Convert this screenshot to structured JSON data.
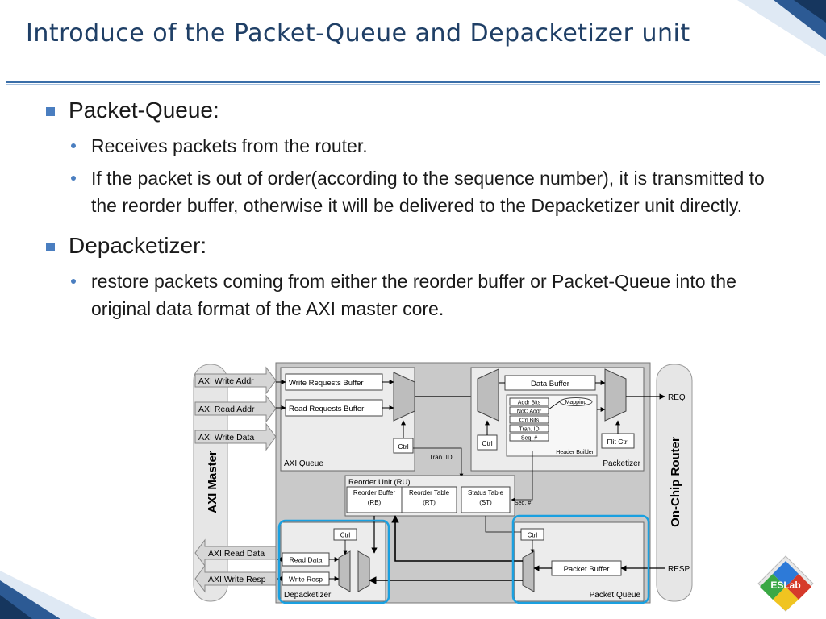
{
  "slide": {
    "title": "Introduce of the Packet-Queue and Depacketizer unit",
    "sections": [
      {
        "heading": "Packet-Queue:",
        "items": [
          "Receives packets from the router.",
          "If the packet is out of order(according to the sequence number), it is transmitted to the reorder buffer, otherwise it will be delivered to the Depacketizer unit directly."
        ]
      },
      {
        "heading": "Depacketizer:",
        "items": [
          "restore packets coming from either the reorder buffer or Packet-Queue into the original data format of the AXI master core."
        ]
      }
    ]
  },
  "diagram": {
    "axi_master": "AXI Master",
    "axi_write_addr": "AXI Write Addr",
    "axi_read_addr": "AXI Read Addr",
    "axi_write_data": "AXI Write Data",
    "axi_read_data": "AXI Read Data",
    "axi_write_resp": "AXI Write Resp",
    "write_requests_buffer": "Write Requests Buffer",
    "read_requests_buffer": "Read Requests Buffer",
    "ctrl": "Ctrl",
    "axi_queue": "AXI Queue",
    "tran_id": "Tran. ID",
    "data_buffer": "Data Buffer",
    "addr_bits": "Addr Bits",
    "mapping": "Mapping",
    "noc_addr": "NoC Addr",
    "ctrl_bits": "Ctrl Bits",
    "tran_id_field": "Tran. ID",
    "seq_field": "Seq. #",
    "header_builder": "Header Builder",
    "flit_ctrl": "Flit Ctrl",
    "packetizer": "Packetizer",
    "reorder_unit": "Reorder Unit (RU)",
    "reorder_buffer": "Reorder Buffer",
    "rb": "(RB)",
    "reorder_table": "Reorder Table",
    "rt": "(RT)",
    "status_table": "Status Table",
    "st": "(ST)",
    "seq_hash": "Seq. #",
    "read_data": "Read Data",
    "write_resp": "Write Resp",
    "depacketizer": "Depacketizer",
    "packet_buffer": "Packet Buffer",
    "packet_queue": "Packet Queue",
    "on_chip_router": "On-Chip Router",
    "req": "REQ",
    "resp": "RESP"
  },
  "logo": {
    "text": "ESLab"
  },
  "colors": {
    "title": "#1f3f66",
    "accent": "#4a7ec0",
    "highlight": "#1aa0e0"
  }
}
